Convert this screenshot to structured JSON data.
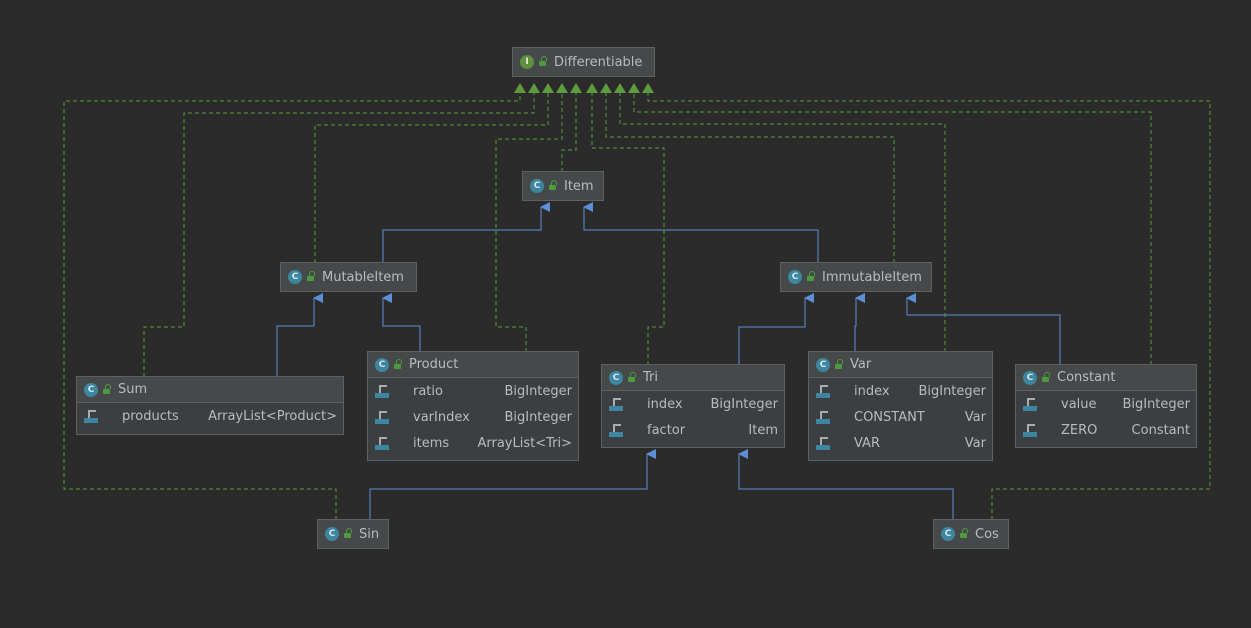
{
  "nodes": {
    "differentiable": {
      "kind": "interface",
      "name": "Differentiable"
    },
    "item": {
      "kind": "class",
      "name": "Item"
    },
    "mutableitem": {
      "kind": "class",
      "name": "MutableItem"
    },
    "immutableitem": {
      "kind": "class",
      "name": "ImmutableItem"
    },
    "sum": {
      "kind": "class",
      "name": "Sum",
      "fields": [
        {
          "name": "products",
          "type": "ArrayList<Product>"
        }
      ]
    },
    "product": {
      "kind": "class",
      "name": "Product",
      "fields": [
        {
          "name": "ratio",
          "type": "BigInteger"
        },
        {
          "name": "varIndex",
          "type": "BigInteger"
        },
        {
          "name": "items",
          "type": "ArrayList<Tri>"
        }
      ]
    },
    "tri": {
      "kind": "class",
      "name": "Tri",
      "fields": [
        {
          "name": "index",
          "type": "BigInteger"
        },
        {
          "name": "factor",
          "type": "Item"
        }
      ]
    },
    "var": {
      "kind": "class",
      "name": "Var",
      "fields": [
        {
          "name": "index",
          "type": "BigInteger"
        },
        {
          "name": "CONSTANT",
          "type": "Var"
        },
        {
          "name": "VAR",
          "type": "Var"
        }
      ]
    },
    "constant": {
      "kind": "class",
      "name": "Constant",
      "fields": [
        {
          "name": "value",
          "type": "BigInteger"
        },
        {
          "name": "ZERO",
          "type": "Constant"
        }
      ]
    },
    "sin": {
      "kind": "class",
      "name": "Sin"
    },
    "cos": {
      "kind": "class",
      "name": "Cos"
    }
  },
  "badges": {
    "class": "C",
    "interface": "I"
  },
  "colors": {
    "extends": "#5c8fd6",
    "implements": "#5d9b3f",
    "background": "#2b2b2b"
  },
  "icons": {
    "class_badge": "class-icon",
    "interface_badge": "interface-icon",
    "visibility": "public-lock-icon",
    "field": "field-icon"
  }
}
